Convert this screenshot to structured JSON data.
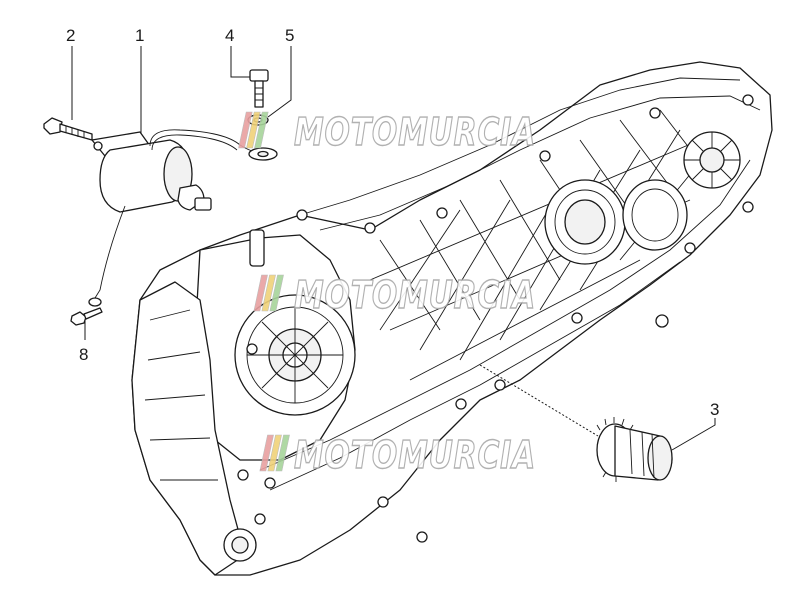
{
  "diagram": {
    "callouts": [
      {
        "label": "1"
      },
      {
        "label": "2"
      },
      {
        "label": "3"
      },
      {
        "label": "4"
      },
      {
        "label": "5"
      },
      {
        "label": "8"
      }
    ],
    "watermark": {
      "text": "MOTOMURCIA",
      "colors": [
        "#e8a0a0",
        "#f0d27a",
        "#a7d49b"
      ]
    }
  }
}
